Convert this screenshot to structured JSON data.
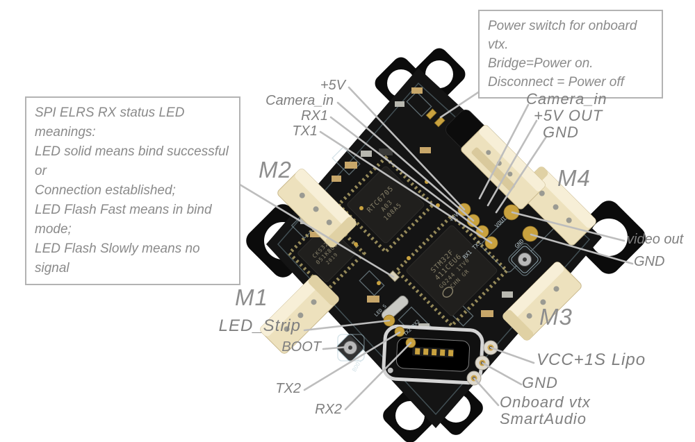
{
  "notes": {
    "power": {
      "line1": "Power switch for onboard vtx.",
      "line2": "Bridge=Power on.",
      "line3": "Disconnect = Power off"
    },
    "elrs": {
      "line1": "SPI ELRS RX status LED meanings:",
      "line2": "LED solid means bind successful or",
      "line3": "Connection established;",
      "line4": "LED Flash Fast means in bind mode;",
      "line5": "LED Flash Slowly means no signal"
    }
  },
  "pins": {
    "p5v": "+5V",
    "camera_in_top": "Camera_in",
    "rx1": "RX1",
    "tx1": "TX1",
    "camera_in_right": "Camera_in",
    "p5v_out": "+5V OUT",
    "gnd_top_right": "GND",
    "video_out": "video out",
    "gnd_right": "GND",
    "led_strip": "LED_Strip",
    "boot": "BOOT",
    "tx2": "TX2",
    "rx2": "RX2",
    "vcc": "VCC+1S Lipo",
    "gnd_bottom": "GND",
    "onboard_vtx": "Onboard vtx",
    "smartaudio": "SmartAudio"
  },
  "motors": {
    "m1": "M1",
    "m2": "M2",
    "m3": "M3",
    "m4": "M4"
  },
  "silkscreen": {
    "vtx_chip_line1": "RTC6705",
    "vtx_chip_line2": "A03",
    "vtx_chip_line3": "108A5",
    "mcu_line1": "STM32F",
    "mcu_line2": "411CEU6",
    "mcu_line3": "GQ244 1TV0",
    "mcu_line4": "CHN GR",
    "rx_chip_line1": "CKS32F",
    "rx_chip_line2": "051K8U6",
    "rx_chip_line3": "2019",
    "pad_vout": "VOUT",
    "pad_gnd": "GND",
    "pad_rx1tx1": "RX1 TX1",
    "pad_5v": "+5V",
    "pad_led": "LED_S",
    "pad_tx2rx2": "TX2 RX2",
    "pad_boot": "BOOT"
  },
  "colors": {
    "leader": "#bdbdbd",
    "label_text": "#7f7f7f",
    "note_border": "#b3b3b3",
    "board": "#141414",
    "connector": "#ede1bd",
    "pad_gold": "#c9a23f",
    "silkscreen": "#a9c4cf"
  }
}
